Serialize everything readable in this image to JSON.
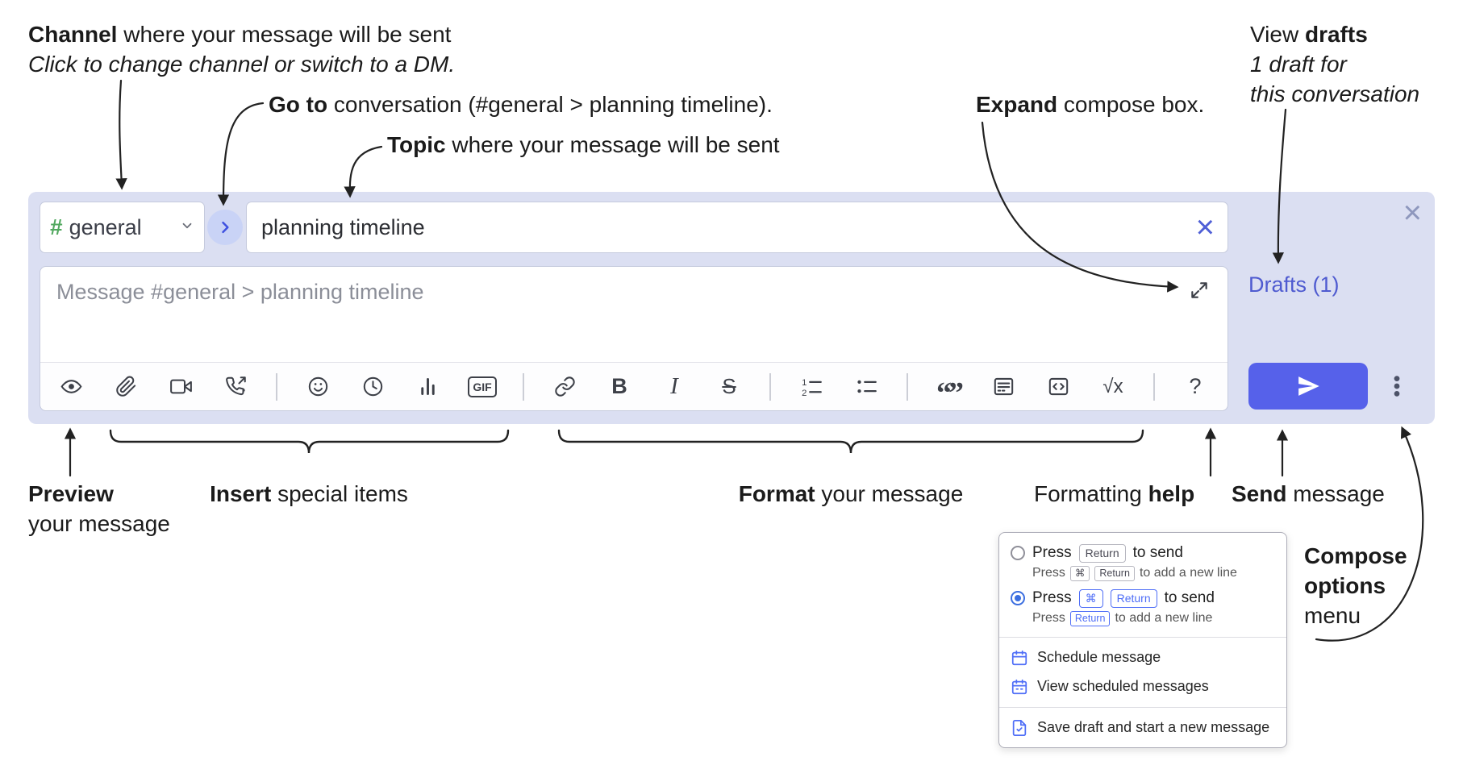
{
  "annotations": {
    "channel": {
      "lead": "Channel",
      "rest": " where your message will be sent",
      "sub": "Click to change channel or switch to a DM."
    },
    "goto": {
      "lead": "Go to",
      "rest": " conversation (#general > planning timeline)."
    },
    "topic": {
      "lead": "Topic",
      "rest": " where your message will be sent"
    },
    "expand": {
      "lead": "Expand",
      "rest": " compose box."
    },
    "view_drafts": {
      "pre": "View ",
      "lead": "drafts",
      "line2": "1 draft for",
      "line3": "this conversation"
    },
    "preview": {
      "lead": "Preview",
      "line2": "your message"
    },
    "insert": {
      "lead": "Insert",
      "rest": " special items"
    },
    "format": {
      "lead": "Format",
      "rest": " your message"
    },
    "help": {
      "pre": "Formatting ",
      "lead": "help"
    },
    "send": {
      "lead": "Send",
      "rest": " message"
    },
    "compose_menu": {
      "line1": "Compose",
      "line2": "options",
      "line3": "menu"
    }
  },
  "compose": {
    "channel": {
      "hash": "#",
      "name": "general"
    },
    "topic_value": "planning timeline",
    "clear_topic": "×",
    "close": "×",
    "message_placeholder": "Message #general > planning timeline",
    "drafts_link": "Drafts (1)",
    "toolbar": {
      "icons": [
        "preview",
        "attach-file",
        "video-call",
        "voice-call",
        "emoji",
        "global-time",
        "poll",
        "gif",
        "link",
        "bold",
        "italic",
        "strikethrough",
        "numbered-list",
        "bulleted-list",
        "quote",
        "spoiler",
        "code",
        "math",
        "help"
      ],
      "bold": "B",
      "italic": "I",
      "strike": "S",
      "gif": "GIF",
      "quote": "“”",
      "math": "√x",
      "help": "?"
    }
  },
  "popup": {
    "option1": {
      "press": "Press",
      "key1": "Return",
      "suffix": "to send",
      "sub_press": "Press",
      "sub_key1": "⌘",
      "sub_key2": "Return",
      "sub_suffix": "to add a new line"
    },
    "option2": {
      "press": "Press",
      "key1": "⌘",
      "key2": "Return",
      "suffix": "to send",
      "sub_press": "Press",
      "sub_key1": "Return",
      "sub_suffix": "to add a new line"
    },
    "schedule": "Schedule message",
    "view_scheduled": "View scheduled messages",
    "save_draft": "Save draft and start a new message"
  },
  "colors": {
    "compose_bg": "#dbdff2",
    "accent_blue": "#5661ea",
    "link_blue": "#4f5bd0",
    "hash_green": "#52a85f",
    "popup_icon_blue": "#4f6ef7"
  }
}
